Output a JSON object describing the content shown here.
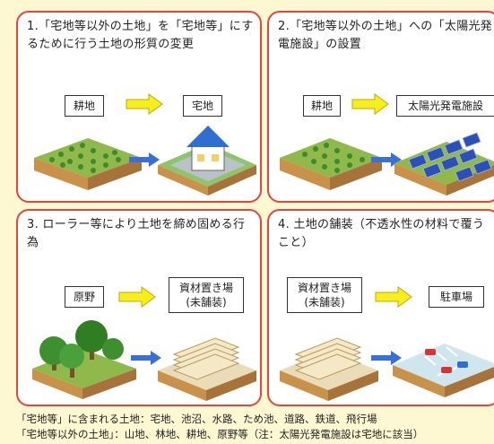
{
  "panels": [
    {
      "title": "1.「宅地等以外の土地」を「宅地等」にするために行う土地の形質の変更",
      "from_label": "耕地",
      "to_label": "宅地"
    },
    {
      "title": "2.「宅地等以外の土地」への「太陽光発電施設」の設置",
      "from_label": "耕地",
      "to_label": "太陽光発電施設"
    },
    {
      "title": "3. ローラー等により土地を締め固める行為",
      "from_label": "原野",
      "to_label": "資材置き場\n(未舗装)"
    },
    {
      "title": "4. 土地の舗装（不透水性の材料で覆うこと）",
      "from_label": "資材置き場\n(未舗装)",
      "to_label": "駐車場"
    }
  ],
  "footnotes": {
    "line1": "「宅地等」に含まれる土地：宅地、池沼、水路、ため池、道路、鉄道、飛行場",
    "line2": "「宅地等以外の土地」：山地、林地、耕地、原野等（注：太陽光発電施設は宅地に該当）"
  },
  "colors": {
    "panel_border": "#e0473d",
    "arrow_fill": "#f5f01c",
    "background": "#fdf8d2",
    "blue_arrow": "#3a6fd8"
  },
  "icons": [
    "farmland-icon",
    "house-icon",
    "solar-panel-icon",
    "forest-icon",
    "stacked-lumber-icon",
    "parking-lot-icon"
  ]
}
